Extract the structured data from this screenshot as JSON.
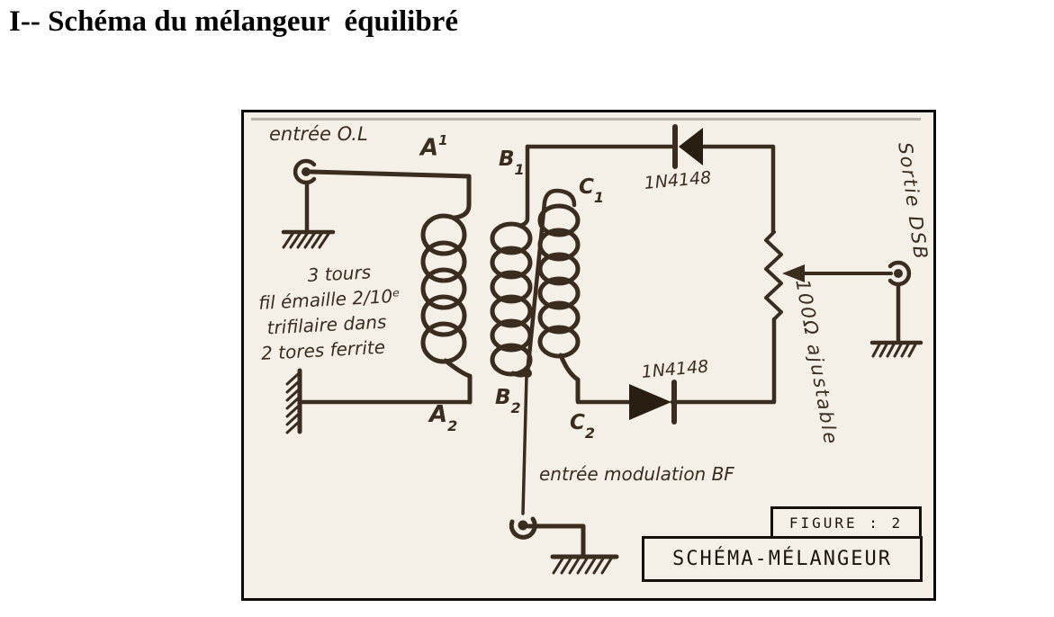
{
  "colors": {
    "ink": "#3a2c1e",
    "paper": "#f4f0e7",
    "frame_border": "#0c0c0c"
  },
  "title": "I-- Schéma du mélangeur  équilibré",
  "schematic": {
    "input_ol_label": "entrée O.L",
    "coil_note": [
      "3 tours",
      "fil émaille 2/10ᵉ",
      "trifilaire dans",
      "2 tores ferrite"
    ],
    "terminals": {
      "a1": {
        "base": "A",
        "script": "1"
      },
      "a2": {
        "base": "A",
        "script": "2"
      },
      "b1": {
        "base": "B",
        "script": "1"
      },
      "b2": {
        "base": "B",
        "script": "2"
      },
      "c1": {
        "base": "C",
        "script": "1"
      },
      "c2": {
        "base": "C",
        "script": "2"
      }
    },
    "diode_top_label": "1N4148",
    "diode_bottom_label": "1N4148",
    "potentiometer_label": "100Ω ajustable",
    "output_label": "Sortie DSB",
    "modulation_label": "entrée modulation BF",
    "figure_box_label": "FIGURE : 2",
    "title_box_label": "SCHÉMA-MÉLANGEUR"
  }
}
